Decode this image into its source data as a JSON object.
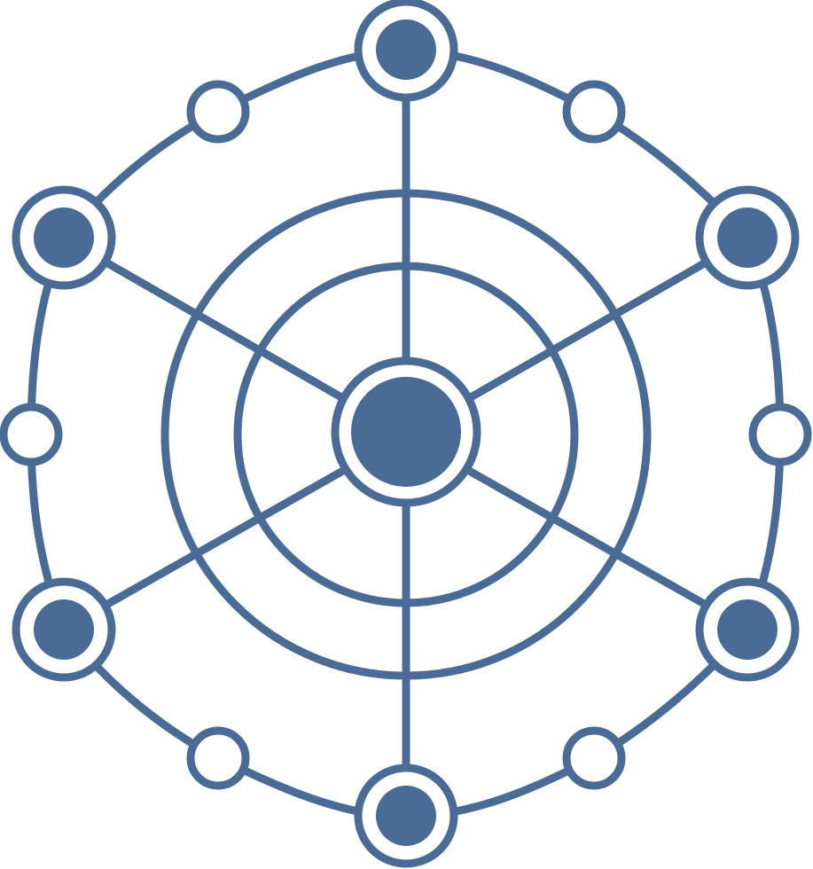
{
  "icon": "network-hub-icon",
  "colors": {
    "stroke": "#4a6b96",
    "fill": "#4a6b96",
    "background": "#ffffff"
  },
  "structure": {
    "concentric_rings": 2,
    "spokes": 6,
    "hub_nodes_filled": 6,
    "small_nodes_hollow": 6
  }
}
